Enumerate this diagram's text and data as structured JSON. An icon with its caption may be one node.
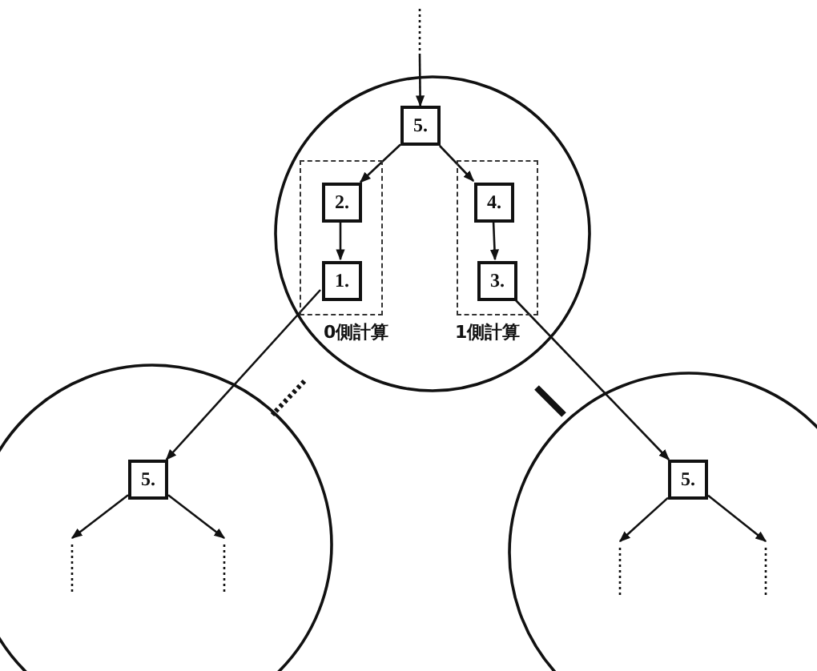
{
  "diagram": {
    "nodes": [
      {
        "text": [],
        "shape": "circle"
      },
      {
        "text": [
          "5."
        ],
        "in": 0
      },
      {
        "text": [],
        "shape": "box",
        "in": 0,
        "beside": [
          "0側計算"
        ]
      },
      {
        "text": [
          "2."
        ],
        "in": 2
      },
      {
        "text": [
          "1."
        ],
        "in": 2
      },
      {
        "text": [],
        "shape": "box",
        "in": 0,
        "beside": [
          "1側計算"
        ]
      },
      {
        "text": [
          "4."
        ],
        "in": 5
      },
      {
        "text": [
          "3."
        ],
        "in": 5
      },
      {
        "text": [],
        "shape": "circle"
      },
      {
        "text": [
          "5."
        ],
        "in": 8
      },
      {
        "text": [],
        "shape": "circle"
      },
      {
        "text": [
          "5."
        ],
        "in": 10
      }
    ],
    "edges": [
      {
        "from": null,
        "to": 1,
        "arrow": "to"
      },
      {
        "from": 1,
        "to": 3,
        "arrow": "to"
      },
      {
        "from": 1,
        "to": 6,
        "arrow": "to"
      },
      {
        "from": 3,
        "to": 4,
        "arrow": "to"
      },
      {
        "from": 6,
        "to": 7,
        "arrow": "to"
      },
      {
        "from": 4,
        "to": 9,
        "arrow": "to"
      },
      {
        "from": 7,
        "to": 11,
        "arrow": "to"
      },
      {
        "from": 9,
        "to": null,
        "arrow": "to"
      },
      {
        "from": 9,
        "to": null,
        "arrow": "to"
      },
      {
        "from": 11,
        "to": null,
        "arrow": "to"
      },
      {
        "from": 11,
        "to": null,
        "arrow": "to"
      },
      {
        "from": 0,
        "to": 8,
        "arrow": "none",
        "style": "dashed"
      },
      {
        "from": 0,
        "to": 10,
        "arrow": "none",
        "style": "thick"
      }
    ]
  }
}
